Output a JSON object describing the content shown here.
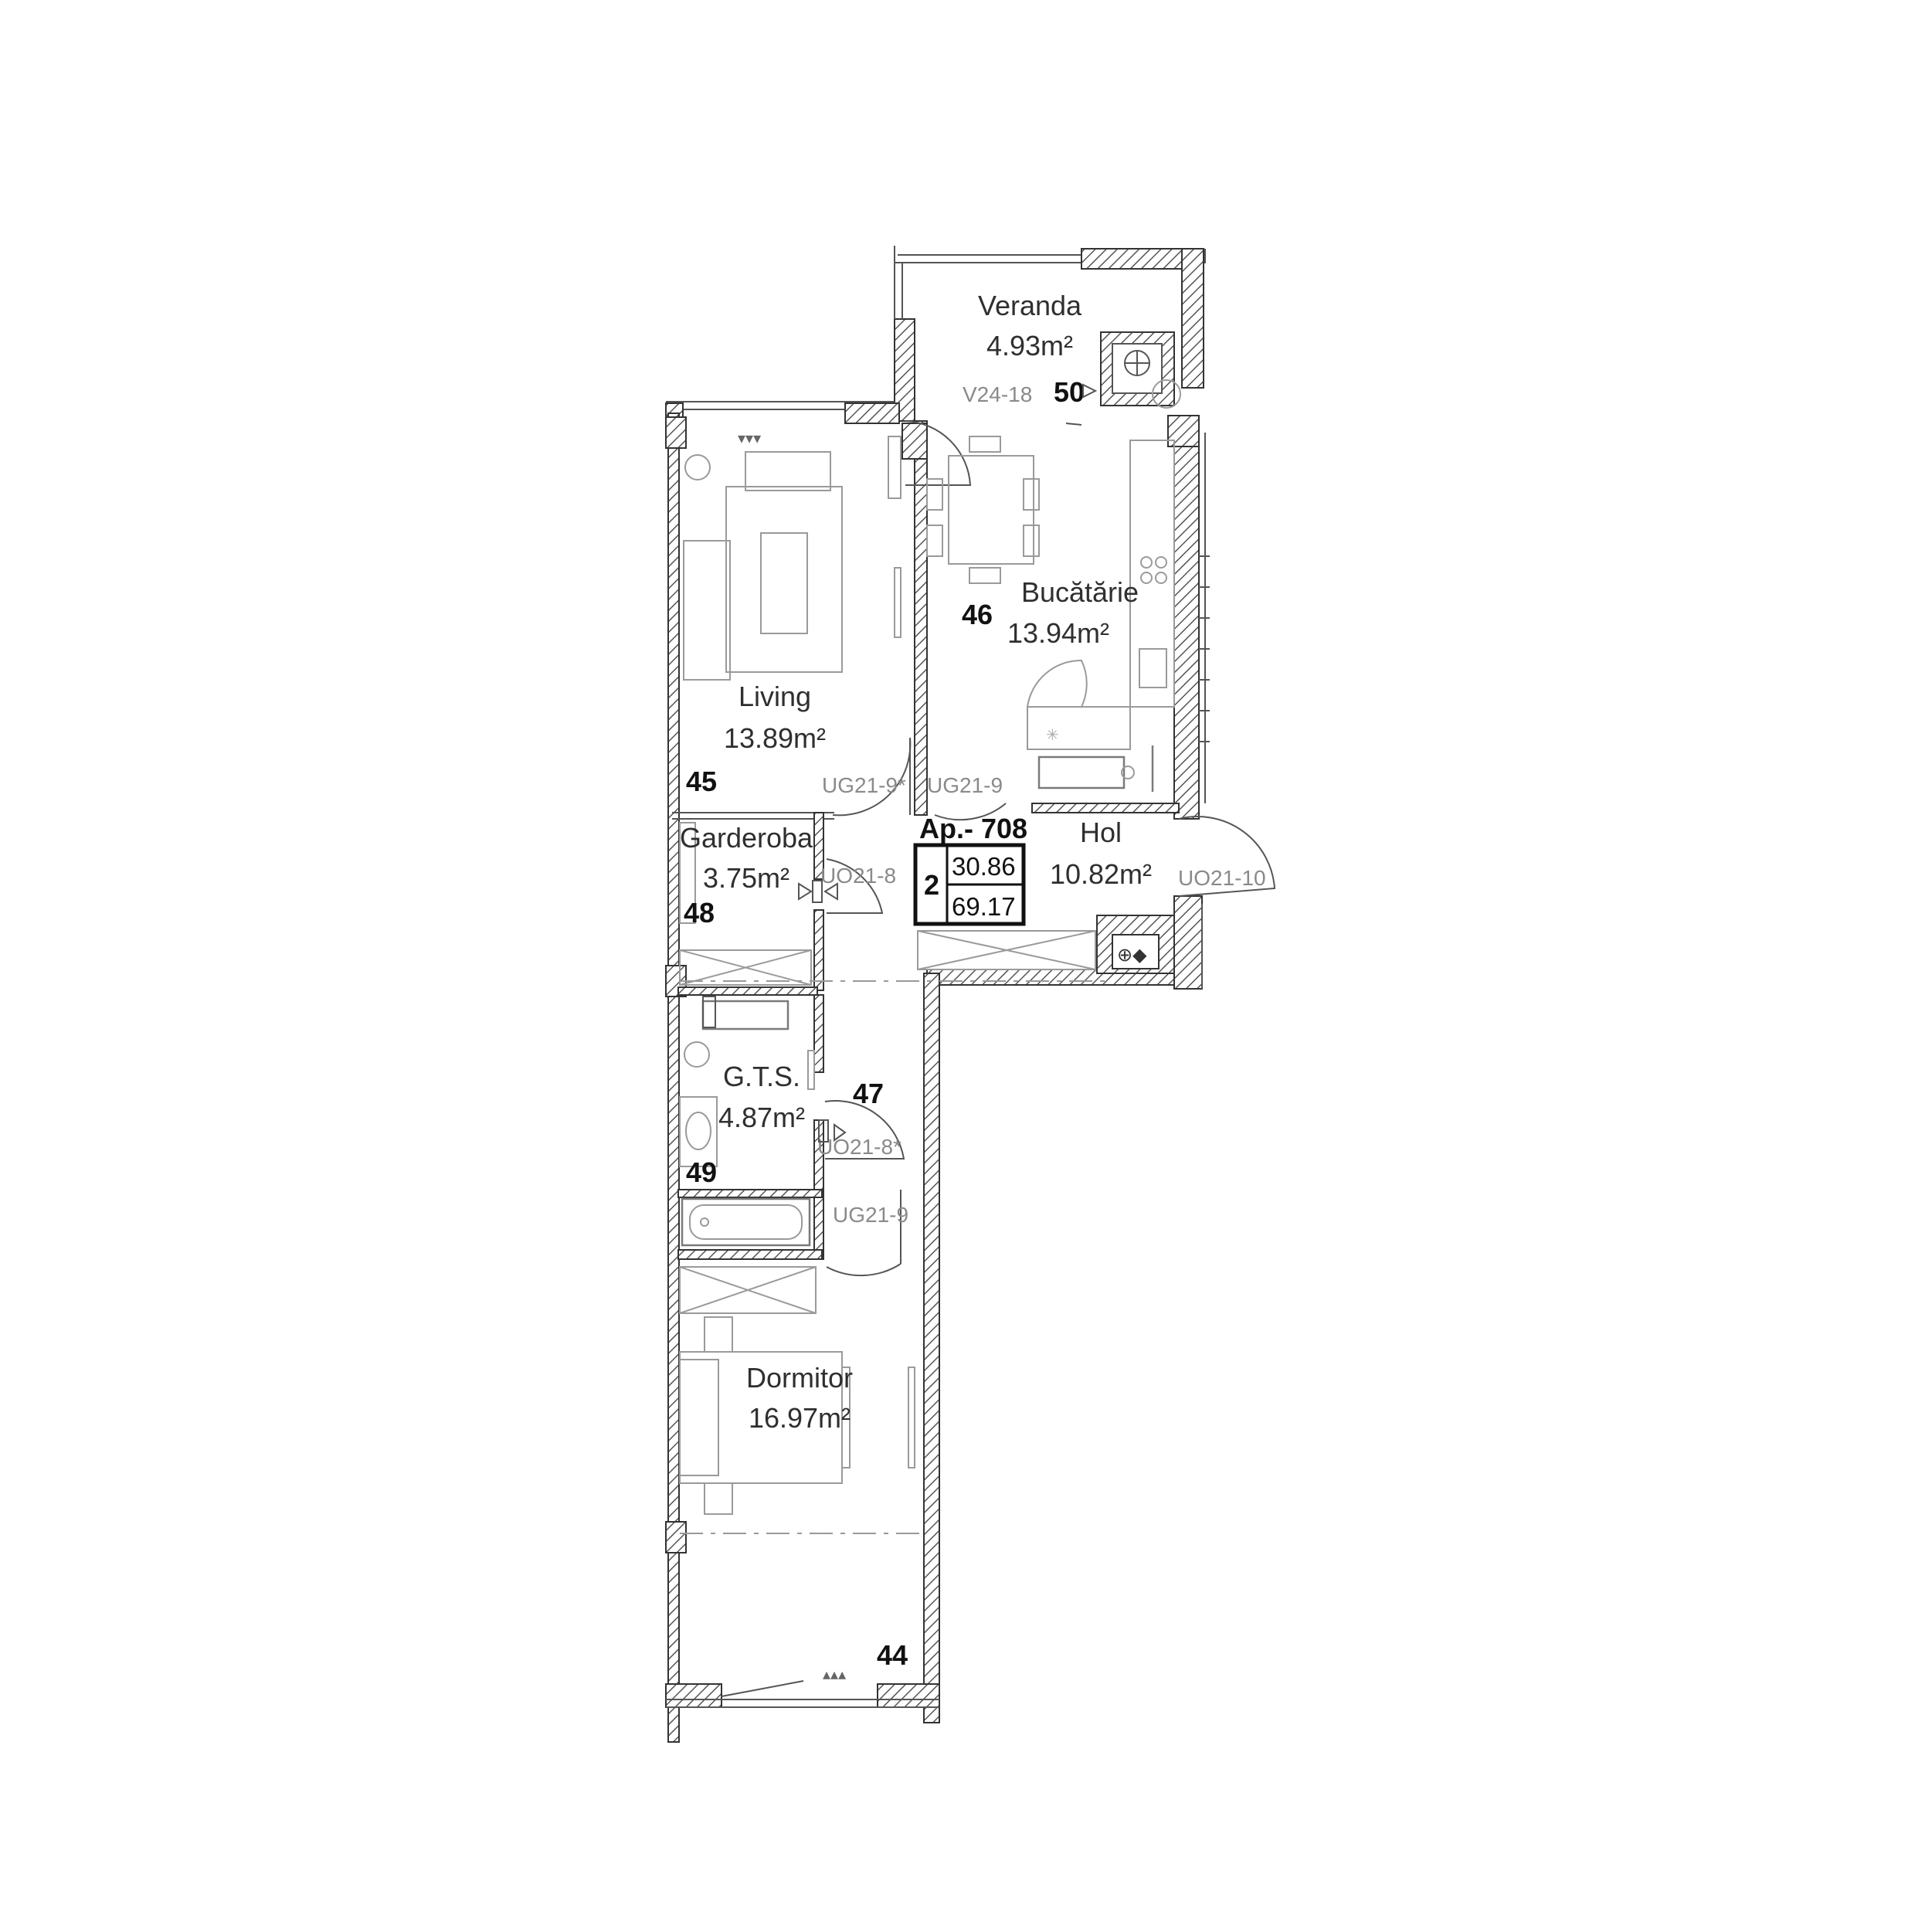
{
  "apartment": {
    "label": "Ap.- 708",
    "rooms_count": "2",
    "living_area": "30.86",
    "total_area": "69.17"
  },
  "rooms": {
    "veranda": {
      "name": "Veranda",
      "area": "4.93m²",
      "number": "50"
    },
    "living": {
      "name": "Living",
      "area": "13.89m²",
      "number": "45"
    },
    "kitchen": {
      "name": "Bucătărie",
      "area": "13.94m²",
      "number": "46"
    },
    "hall": {
      "name": "Hol",
      "area": "10.82m²"
    },
    "wardrobe": {
      "name": "Garderoba",
      "area": "3.75m²",
      "number": "48"
    },
    "bathroom": {
      "name": "G.T.S.",
      "area": "4.87m²",
      "number": "49"
    },
    "bedroom": {
      "name": "Dormitor",
      "area": "16.97m²",
      "number": "44"
    },
    "corridor_number": "47"
  },
  "door_tags": {
    "veranda_window": "V24-18",
    "living_door": "UG21-9*",
    "kitchen_door": "UG21-9",
    "entrance_door": "UO21-10",
    "wardrobe_door": "UO21-8",
    "bathroom_door": "UO21-8*",
    "bedroom_door": "UG21-9"
  }
}
